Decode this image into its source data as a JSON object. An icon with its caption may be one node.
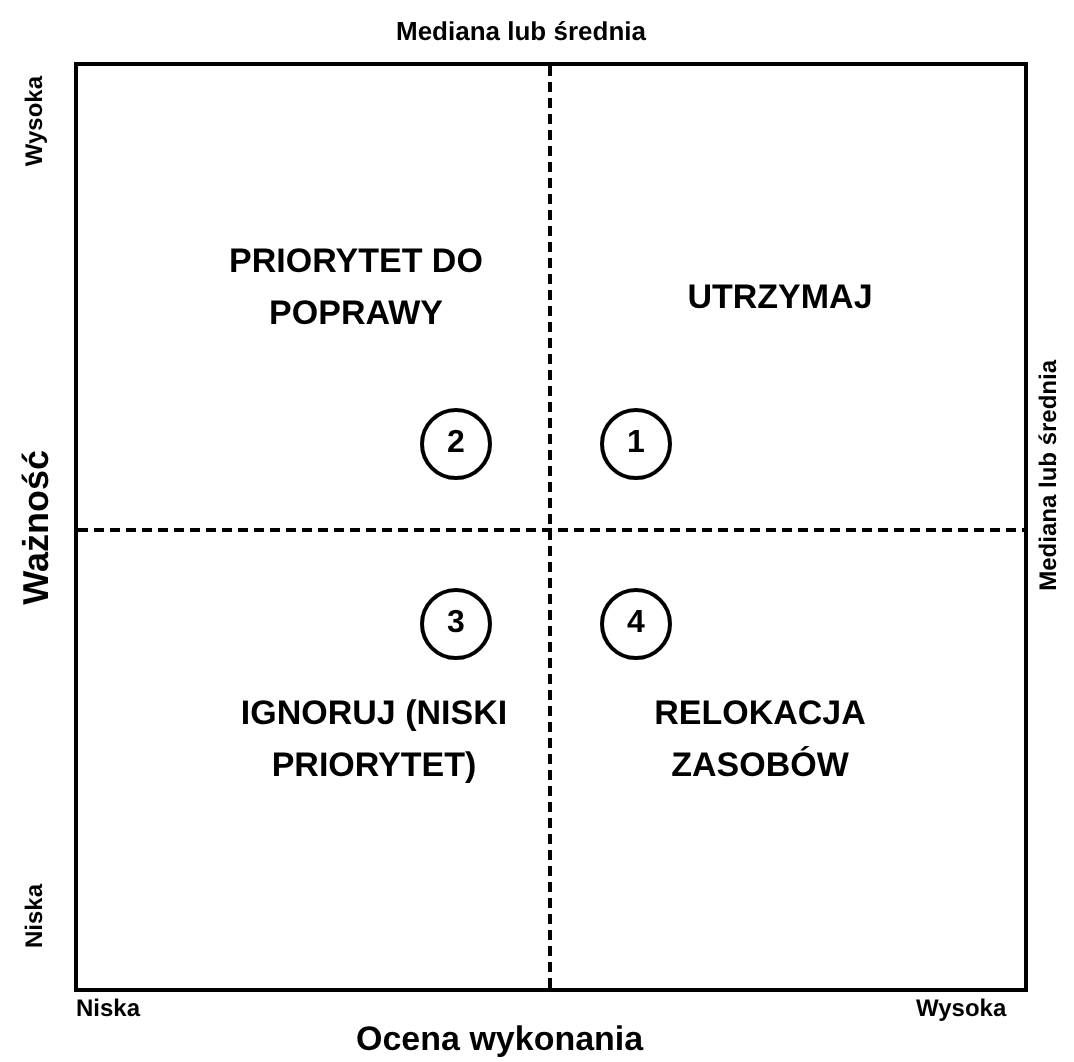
{
  "diagram": {
    "nodes": [
      {
        "text": [
          "2"
        ]
      },
      {
        "text": [
          "1"
        ]
      },
      {
        "text": [
          "3"
        ]
      },
      {
        "text": [
          "4"
        ]
      }
    ],
    "labels": [
      "Mediana lub średnia",
      "Wysoka",
      "PRIORYTET DO POPRAWY",
      "UTRZYMAJ",
      "Ważność",
      "Mediana lub średnia",
      "IGNORUJ (NISKI PRIORYTET)",
      "RELOKACJA ZASOBÓW",
      "Niska",
      "Niska",
      "Wysoka",
      "Ocena wykonania"
    ]
  }
}
